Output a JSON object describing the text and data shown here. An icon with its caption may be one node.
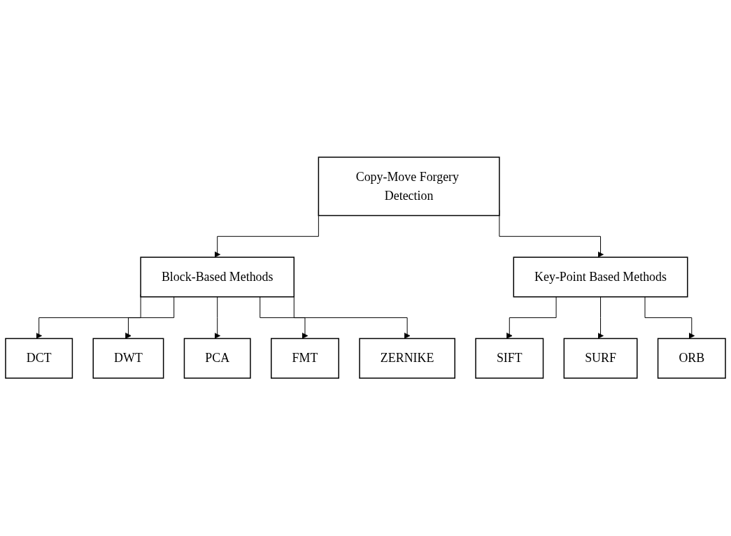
{
  "diagram": {
    "nodes": [
      {
        "text": [
          "Copy-Move Forgery Detection"
        ]
      },
      {
        "text": [
          "Block-Based Methods"
        ]
      },
      {
        "text": [
          "Key-Point Based Methods"
        ]
      },
      {
        "text": [
          "DCT"
        ]
      },
      {
        "text": [
          "DWT"
        ]
      },
      {
        "text": [
          "PCA"
        ]
      },
      {
        "text": [
          "FMT"
        ]
      },
      {
        "text": [
          "ZERNIKE"
        ]
      },
      {
        "text": [
          "SIFT"
        ]
      },
      {
        "text": [
          "SURF"
        ]
      },
      {
        "text": [
          "ORB"
        ]
      }
    ],
    "edges": [
      {
        "from": 0,
        "to": 1,
        "arrow": "to"
      },
      {
        "from": 0,
        "to": 2,
        "arrow": "to"
      },
      {
        "from": 1,
        "to": 3,
        "arrow": "to"
      },
      {
        "from": 1,
        "to": 4,
        "arrow": "to"
      },
      {
        "from": 1,
        "to": 5,
        "arrow": "to"
      },
      {
        "from": 1,
        "to": 6,
        "arrow": "to"
      },
      {
        "from": 1,
        "to": 7,
        "arrow": "to"
      },
      {
        "from": 2,
        "to": 8,
        "arrow": "to"
      },
      {
        "from": 2,
        "to": 9,
        "arrow": "to"
      },
      {
        "from": 2,
        "to": 10,
        "arrow": "to"
      }
    ]
  }
}
